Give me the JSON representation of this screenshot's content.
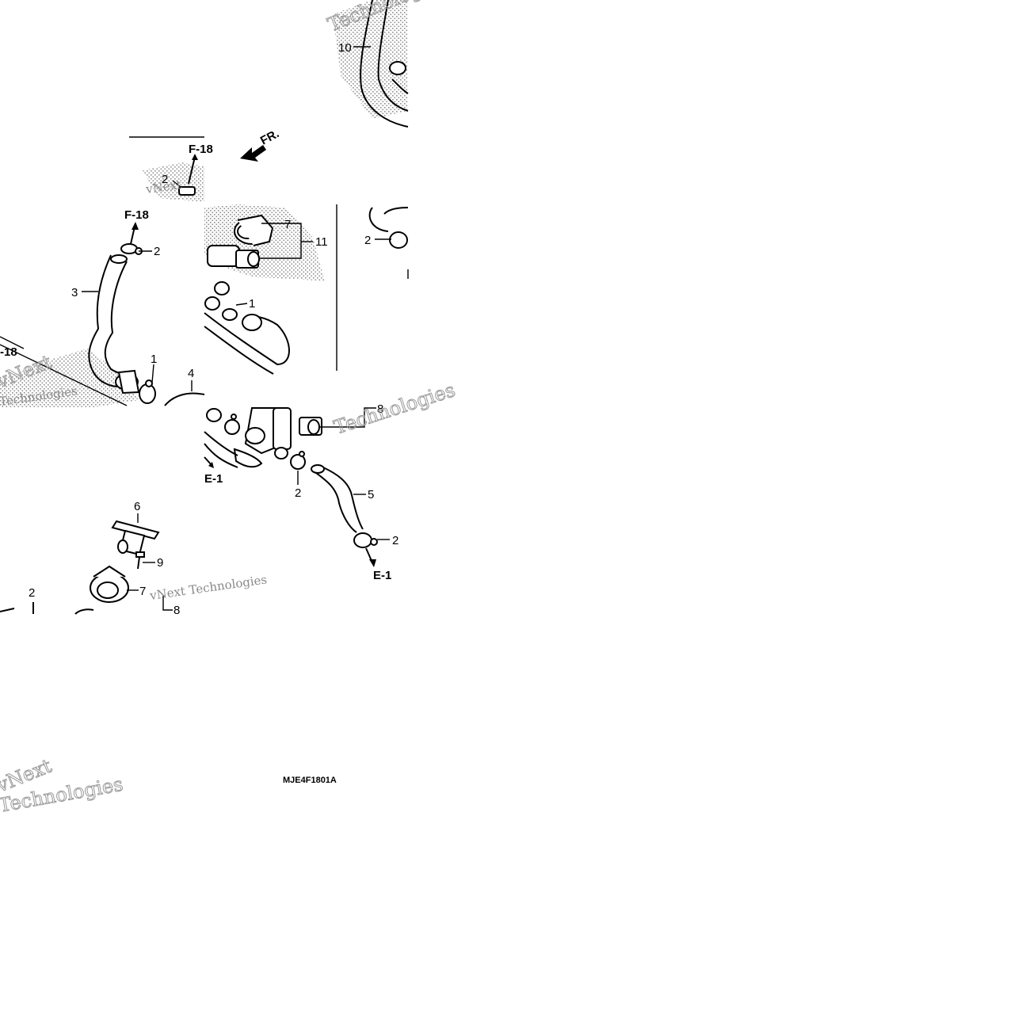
{
  "direction_marker": "FR.",
  "drawing_code": "MJE4F1801A",
  "watermark": {
    "brand": "vNext",
    "company": "Technologies",
    "full": "vNext Technologies"
  },
  "callouts": {
    "c1_top": "1",
    "c1_left": "1",
    "c2_topleft": "2",
    "c2_hose3": "2",
    "c2_right": "2",
    "c2_mid": "2",
    "c2_hose5": "2",
    "c2_bottom": "2",
    "c3": "3",
    "c4": "4",
    "c5": "5",
    "c6": "6",
    "c7_top": "7",
    "c7_bottom": "7",
    "c8_right": "8",
    "c8_bottom": "8",
    "c9": "9",
    "c10": "10",
    "c11": "11"
  },
  "references": {
    "f18_top": "F-18",
    "f18_hose": "F-18",
    "f18_left": "-18",
    "e1_left": "E-1",
    "e1_right": "E-1"
  }
}
